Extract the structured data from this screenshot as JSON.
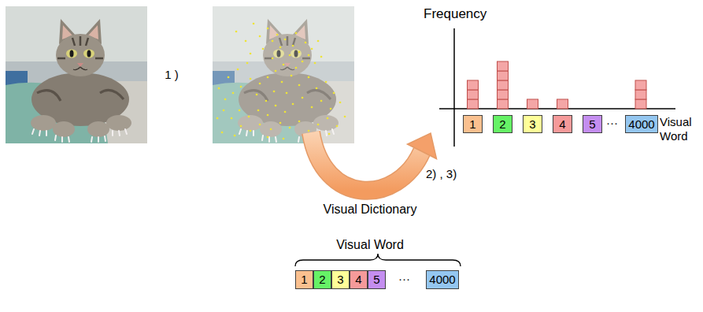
{
  "diagram": {
    "nodes": [
      {
        "text": [
          "1 )"
        ]
      },
      {
        "text": [
          "1"
        ]
      },
      {
        "text": [
          "2"
        ]
      },
      {
        "text": [
          "3"
        ]
      },
      {
        "text": [
          "4"
        ]
      },
      {
        "text": [
          "5"
        ]
      },
      {
        "text": [
          "4000"
        ]
      },
      {
        "text": [
          "Visual Dictionary",
          "Visual Word"
        ]
      },
      {
        "text": [
          "1"
        ],
        "in": 7
      },
      {
        "text": [
          "2"
        ],
        "in": 7
      },
      {
        "text": [
          "3"
        ],
        "in": 7
      },
      {
        "text": [
          "4"
        ],
        "in": 7
      },
      {
        "text": [
          "5"
        ],
        "in": 7
      },
      {
        "text": [
          "4000"
        ],
        "in": 7
      }
    ],
    "labels": [
      "Frequency",
      "···",
      "Visual Word",
      "2) , 3)",
      "···"
    ]
  }
}
